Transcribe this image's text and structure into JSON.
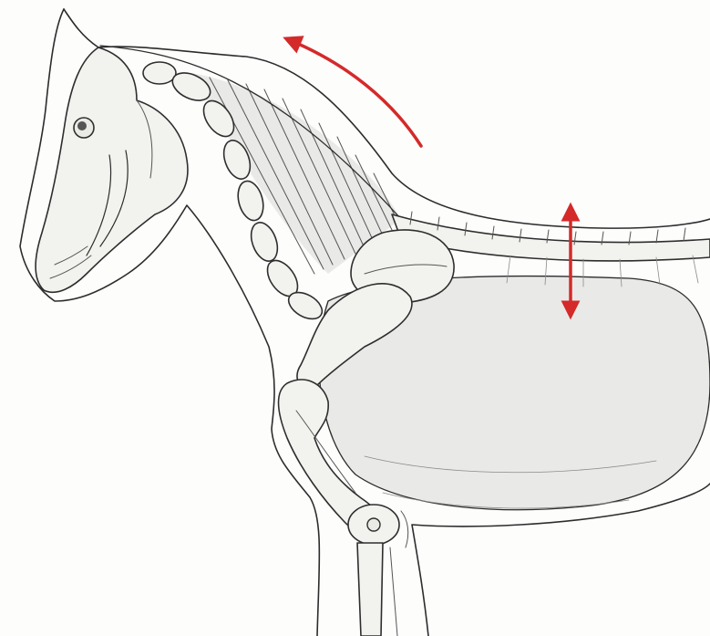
{
  "figure": {
    "subject": "horse-skeleton-neck-and-back-illustration",
    "colors": {
      "background": "#fdfdfc",
      "ink": "#2c2c2c",
      "arrow": "#d42a2a"
    },
    "annotations": [
      {
        "icon": "curved-arrow-icon",
        "meaning": "neck-stretch-forward"
      },
      {
        "icon": "double-vertical-arrow-icon",
        "meaning": "back-up-down-movement"
      }
    ]
  }
}
